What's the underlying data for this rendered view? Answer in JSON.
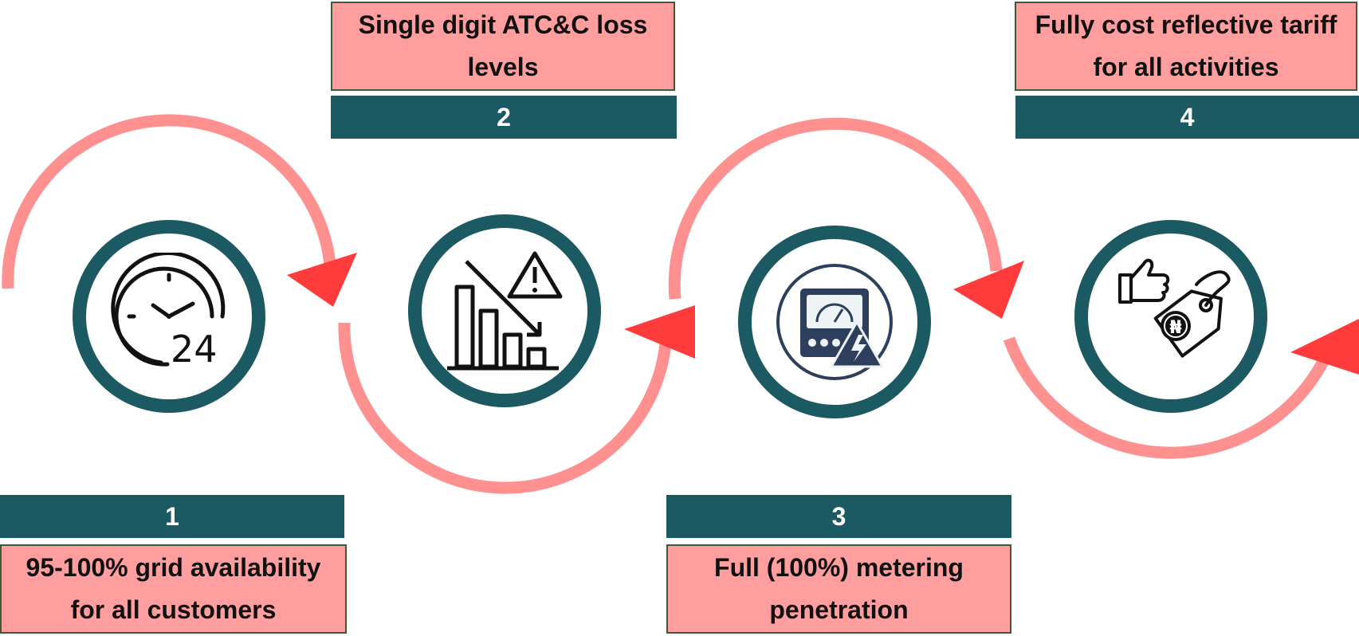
{
  "steps": [
    {
      "number": "1",
      "text": "95-100% grid availability for all customers",
      "icon": "clock-24-icon"
    },
    {
      "number": "2",
      "text": "Single digit ATC&C loss levels",
      "icon": "declining-bar-chart-warning-icon"
    },
    {
      "number": "3",
      "text": "Full (100%) metering penetration",
      "icon": "electric-meter-icon"
    },
    {
      "number": "4",
      "text": "Fully cost reflective tariff for all activities",
      "icon": "thumbs-up-naira-price-tag-icon"
    }
  ],
  "icon_text": {
    "clock_hours": "24"
  },
  "colors": {
    "teal": "#1b5a63",
    "box_pink": "#ff9e9e",
    "arc_pink": "#ff9090",
    "arrow_red": "#ff3b3b"
  }
}
